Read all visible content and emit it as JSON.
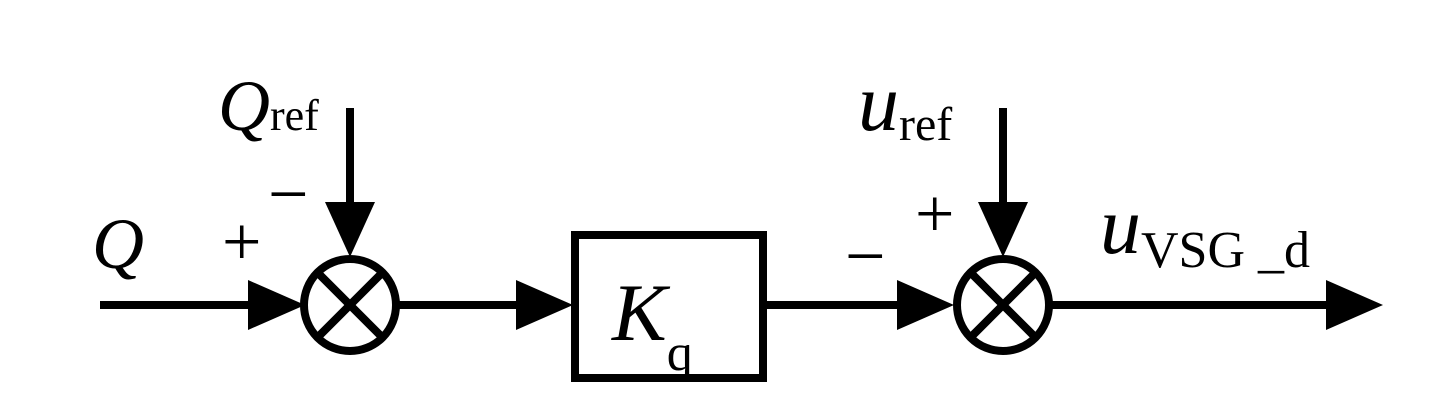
{
  "diagram": {
    "input": {
      "symbol": "Q",
      "sign": "+"
    },
    "reference_q": {
      "symbol": "Q",
      "subscript": "ref",
      "sign": "−"
    },
    "gain_block": {
      "symbol": "K",
      "subscript": "q"
    },
    "reference_u": {
      "symbol": "u",
      "subscript": "ref",
      "sign": "+"
    },
    "feedback_sign": "−",
    "output": {
      "symbol": "u",
      "subscript": "VSG _d"
    },
    "colors": {
      "stroke": "#000000",
      "background": "#ffffff"
    }
  }
}
